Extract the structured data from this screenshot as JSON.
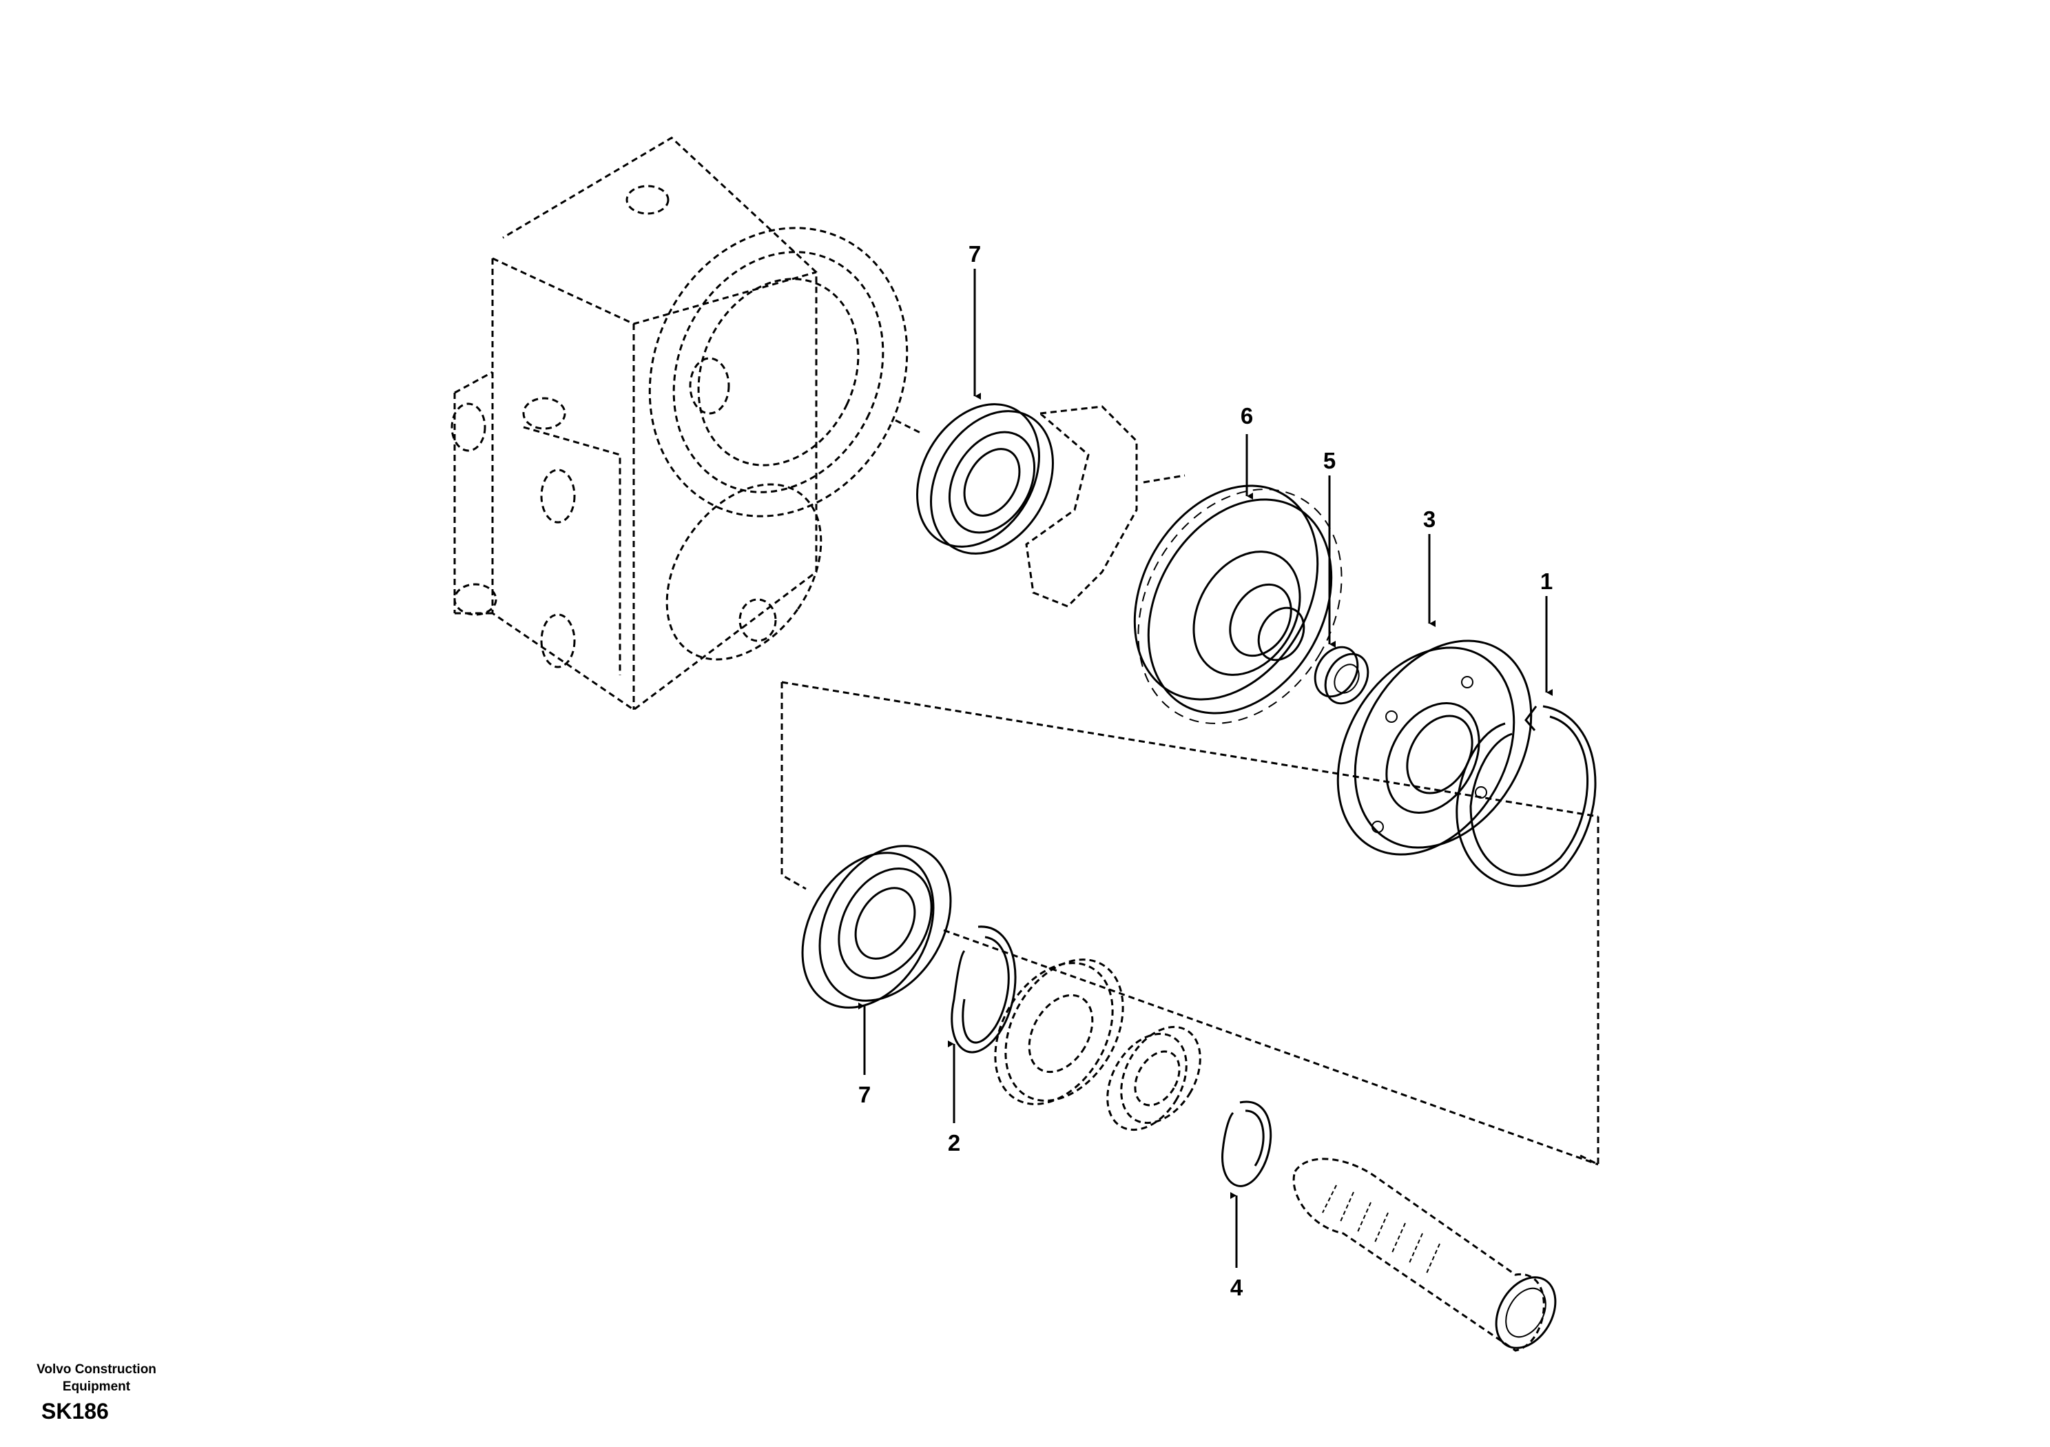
{
  "footer": {
    "brand_line1": "Volvo Construction",
    "brand_line2": "Equipment",
    "code": "SK186"
  },
  "callouts": [
    {
      "id": "c7a",
      "label": "7"
    },
    {
      "id": "c6",
      "label": "6"
    },
    {
      "id": "c5",
      "label": "5"
    },
    {
      "id": "c3",
      "label": "3"
    },
    {
      "id": "c1",
      "label": "1"
    },
    {
      "id": "c7b",
      "label": "7"
    },
    {
      "id": "c2",
      "label": "2"
    },
    {
      "id": "c4",
      "label": "4"
    }
  ]
}
